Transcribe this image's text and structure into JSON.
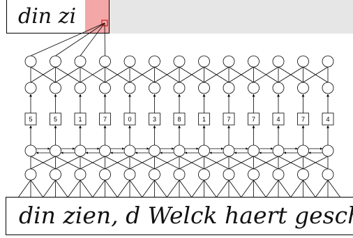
{
  "top_crop": {
    "handwriting": "din zi"
  },
  "sequence_labels": [
    "5",
    "5",
    "1",
    "7",
    "0",
    "3",
    "8",
    "1",
    "7",
    "7",
    "4",
    "7",
    "4"
  ],
  "bottom_strip": {
    "handwriting": "din zien, d Welck haert gesch"
  },
  "colors": {
    "highlight": "#ec7878",
    "band": "#e6e6e6",
    "stroke": "#000000"
  }
}
